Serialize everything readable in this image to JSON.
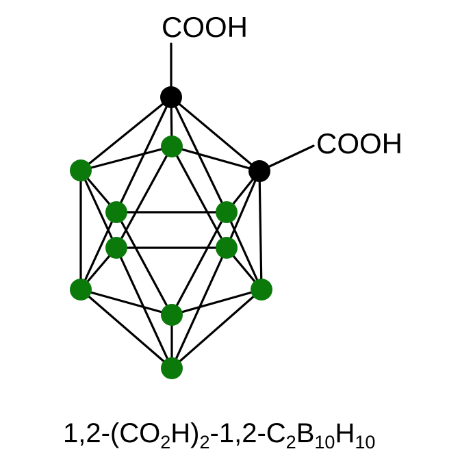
{
  "molecule": {
    "substituent_labels": [
      "COOH",
      "COOH"
    ],
    "formula": {
      "p1": "1,2-(CO",
      "s1": "2",
      "p2": "H)",
      "s2": "2",
      "p3": "-1,2-C",
      "s3": "2",
      "p4": "B",
      "s4": "10",
      "p5": "H",
      "s5": "10"
    },
    "colors": {
      "carbon": "#000000",
      "boron": "#0b7a0b",
      "bond": "#000000"
    },
    "atoms": [
      {
        "id": "C1",
        "element": "C"
      },
      {
        "id": "C2",
        "element": "C"
      },
      {
        "id": "B3",
        "element": "B"
      },
      {
        "id": "B4",
        "element": "B"
      },
      {
        "id": "B5",
        "element": "B"
      },
      {
        "id": "B6",
        "element": "B"
      },
      {
        "id": "B7",
        "element": "B"
      },
      {
        "id": "B8",
        "element": "B"
      },
      {
        "id": "B9",
        "element": "B"
      },
      {
        "id": "B10",
        "element": "B"
      },
      {
        "id": "B11",
        "element": "B"
      },
      {
        "id": "B12",
        "element": "B"
      }
    ]
  }
}
